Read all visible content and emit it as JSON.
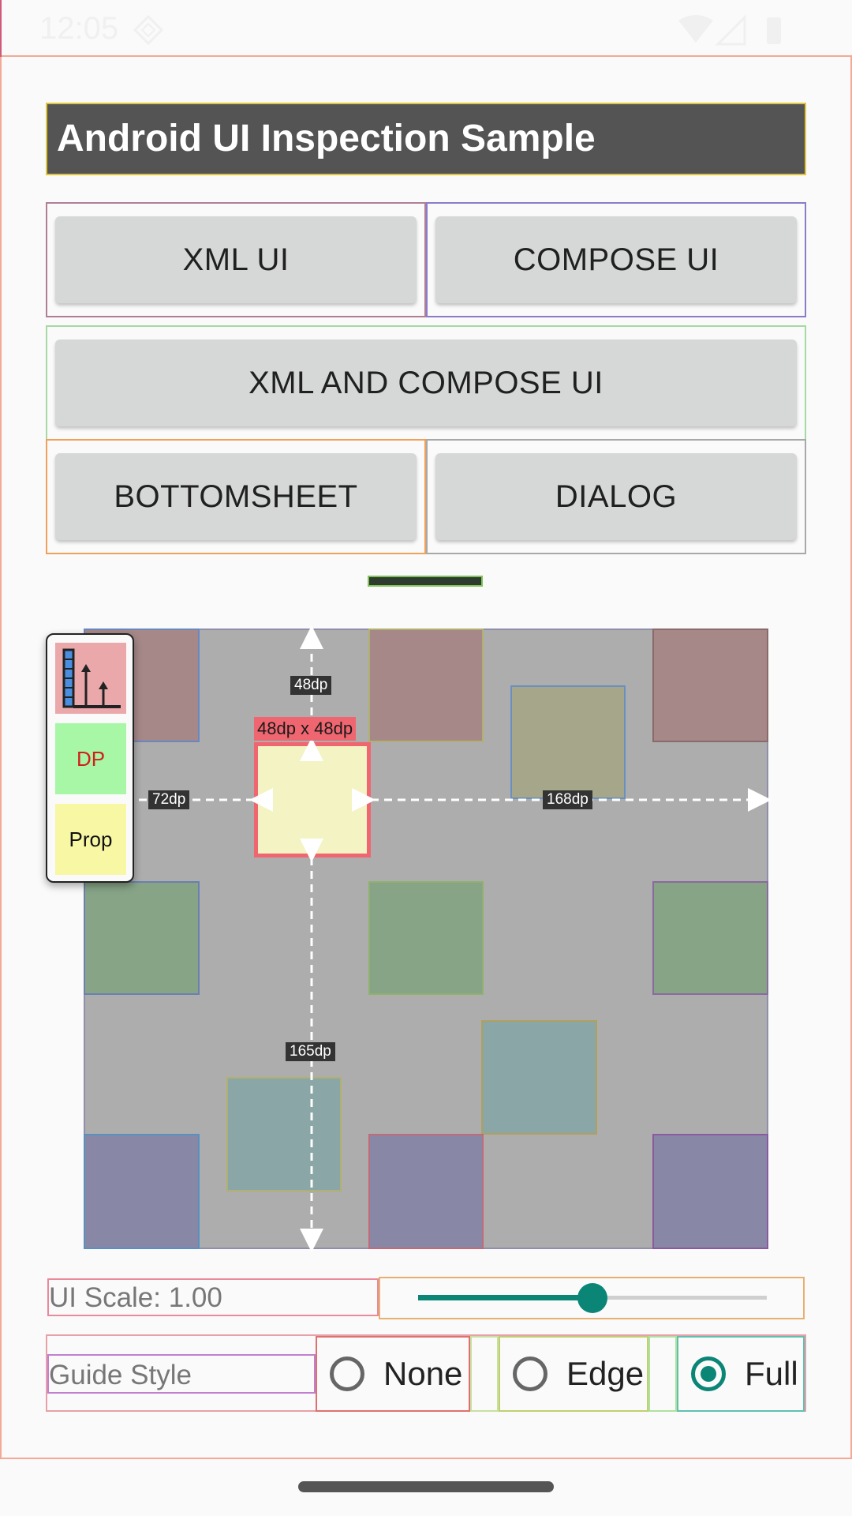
{
  "status_bar": {
    "time": "12:05"
  },
  "app": {
    "title": "Android UI Inspection Sample"
  },
  "buttons": {
    "xml_ui": "XML UI",
    "compose_ui": "COMPOSE UI",
    "xml_and_compose_ui": "XML AND COMPOSE UI",
    "bottomsheet": "BOTTOMSHEET",
    "dialog": "DIALOG"
  },
  "inspector": {
    "tools": [
      {
        "name": "chart-icon",
        "label": ""
      },
      {
        "name": "dp-tool",
        "label": "DP"
      },
      {
        "name": "prop-tool",
        "label": "Prop"
      }
    ],
    "measurements": {
      "top": "48dp",
      "size": "48dp x 48dp",
      "left": "72dp",
      "right": "168dp",
      "bottom": "165dp"
    },
    "colors": {
      "selected_fill": "#f3f3c4",
      "selected_border": "#f06670",
      "grid_background": "#adadad"
    }
  },
  "scale": {
    "label": "UI Scale: 1.00",
    "value": 1.0,
    "slider_fraction": 0.5
  },
  "guide_style": {
    "label": "Guide Style",
    "options": [
      {
        "label": "None",
        "selected": false
      },
      {
        "label": "Edge",
        "selected": false
      },
      {
        "label": "Full",
        "selected": true
      }
    ]
  },
  "theme": {
    "accent": "#0b8576",
    "title_bg": "#545454"
  }
}
